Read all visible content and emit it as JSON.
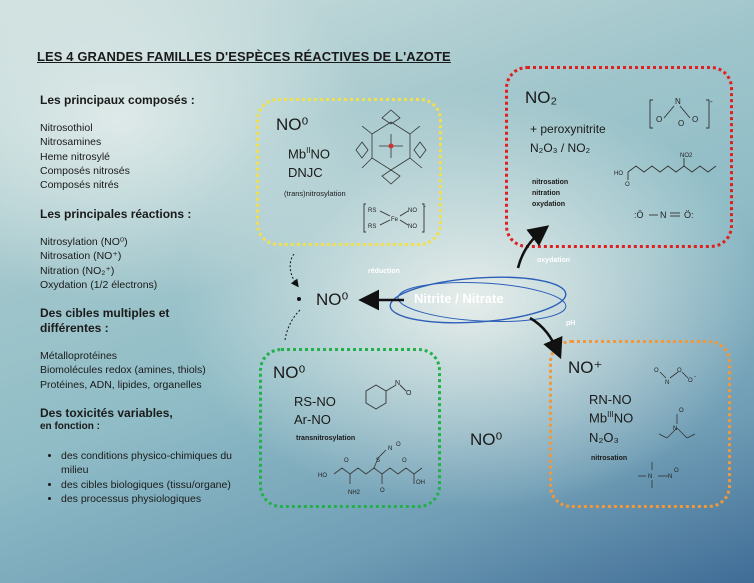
{
  "title": "LES 4 GRANDES FAMILLES D'ESPÈCES RÉACTIVES DE L'AZOTE",
  "left": {
    "composes_heading": "Les principaux composés :",
    "composes": [
      "Nitrosothiol",
      "Nitrosamines",
      "Heme nitrosylé",
      "Composés nitrosés",
      "Composés nitrés"
    ],
    "reactions_heading": "Les principales réactions :",
    "reactions": [
      "Nitrosylation (NO⁰)",
      "Nitrosation (NO⁺)",
      "Nitration (NO₂⁺)",
      "Oxydation (1/2 électrons)"
    ],
    "cibles_heading": "Des cibles multiples et différentes :",
    "cibles": [
      "Métalloprotéines",
      "Biomolécules redox (amines, thiols)",
      "Protéines, ADN, lipides, organelles"
    ],
    "toxicites_heading": "Des toxicités variables,",
    "toxicites_sub": "en fonction :",
    "toxicites": [
      "des conditions physico-chimiques du milieu",
      "des cibles biologiques (tissu/organe)",
      "des processus physiologiques"
    ]
  },
  "yellow_box": {
    "species": "NO⁰",
    "formula1": "MbIINO",
    "formula2": "DNJC",
    "label": "(trans)nitrosylation",
    "colour": "#f0e04a"
  },
  "red_box": {
    "species": "NO₂",
    "line1": "+ peroxynitrite",
    "line2": "N₂O₃ / NO₂",
    "reactions": [
      "nitrosation",
      "nitration",
      "oxydation"
    ],
    "colour": "#e02020"
  },
  "green_box": {
    "species": "NO⁰",
    "formula1": "RS-NO",
    "formula2": "Ar-NO",
    "label": "transnitrosylation",
    "colour": "#23b04a"
  },
  "orange_box": {
    "species": "NO⁺",
    "formula1": "RN-NO",
    "formula2": "MbIIINO",
    "formula3": "N₂O₃",
    "label": "nitrosation",
    "colour": "#f0983a"
  },
  "center": {
    "hub": "Nitrite / Nitrate",
    "no_left": "NO⁰",
    "no_bottom": "NO⁰",
    "reduction": "réduction",
    "oxydation": "oxydation",
    "ph": "pH"
  }
}
